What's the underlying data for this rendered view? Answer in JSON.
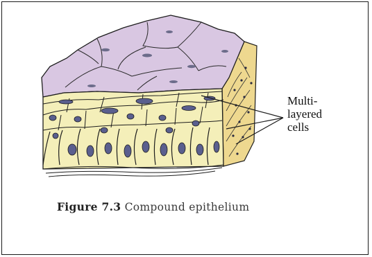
{
  "label": {
    "line1": "Multi-",
    "line2": "layered",
    "line3": "cells"
  },
  "caption": {
    "figure_number": "Figure  7.3",
    "title": "Compound  epithelium"
  },
  "colors": {
    "surface": "#d9c7e2",
    "cells": "#f4efb9",
    "side": "#eed88f",
    "nucleus": "#5a5f8e",
    "outline": "#1d1d1d"
  }
}
